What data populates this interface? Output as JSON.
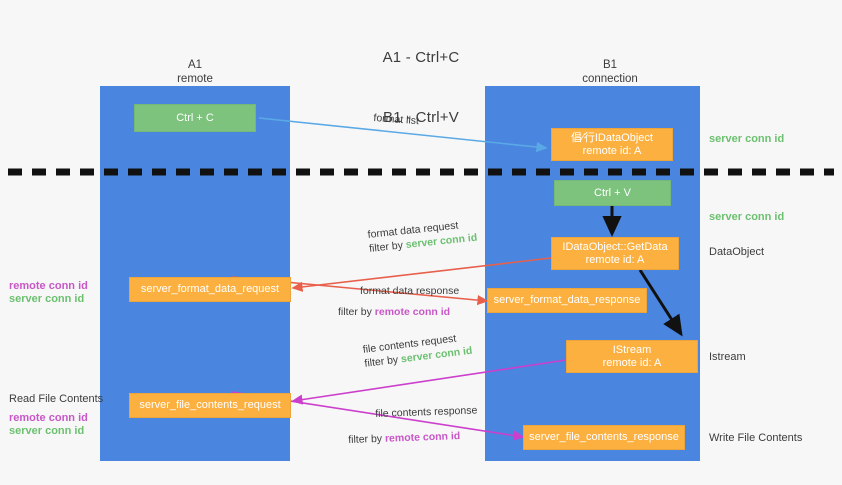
{
  "title": {
    "line1": "A1 - Ctrl+C",
    "line2": "B1 - Ctrl+V"
  },
  "colors": {
    "lane": "#4a86df",
    "green_box": "#7dc37e",
    "orange_box": "#fbb040",
    "server_conn": "#6cc070",
    "remote_conn": "#c857c8",
    "arrow_blue": "#5aa9e6",
    "arrow_red": "#e8604c",
    "arrow_magenta": "#cc3fcc",
    "arrow_black": "#1a1a1a",
    "divider": "#1a1a1a",
    "background": "#f7f7f7"
  },
  "lanes": [
    {
      "id": "a1",
      "name": "A1",
      "sub": "remote"
    },
    {
      "id": "b1",
      "name": "B1",
      "sub": "connection"
    }
  ],
  "nodes": {
    "ctrl_c": {
      "line1": "Ctrl + C",
      "line2": ""
    },
    "idataobject": {
      "line1": "倡∕行IDataObject",
      "line2": "remote id: A"
    },
    "ctrl_v": {
      "line1": "Ctrl + V",
      "line2": ""
    },
    "getdata": {
      "line1": "IDataObject::GetData",
      "line2": "remote id: A"
    },
    "istream": {
      "line1": "IStream",
      "line2": "remote id: A"
    },
    "fmt_req": {
      "line1": "server_format_data_request",
      "line2": ""
    },
    "fmt_resp": {
      "line1": "server_format_data_response",
      "line2": ""
    },
    "file_req": {
      "line1": "server_file_contents_request",
      "line2": ""
    },
    "file_resp": {
      "line1": "server_file_contents_response",
      "line2": ""
    }
  },
  "right_labels": [
    {
      "id": "server-conn-1",
      "text": "server conn id",
      "kind": "server"
    },
    {
      "id": "server-conn-2",
      "text": "server conn id",
      "kind": "server"
    },
    {
      "id": "dataobject",
      "text": "DataObject",
      "kind": "plain"
    },
    {
      "id": "istream",
      "text": "Istream",
      "kind": "plain"
    },
    {
      "id": "write-file",
      "text": "Write File Contents",
      "kind": "plain"
    }
  ],
  "left_labels": [
    {
      "id": "fmt-remote",
      "text": "remote conn id",
      "kind": "remote"
    },
    {
      "id": "fmt-server",
      "text": "server conn id",
      "kind": "server"
    },
    {
      "id": "read-file",
      "text": "Read File Contents",
      "kind": "plain"
    },
    {
      "id": "file-remote",
      "text": "remote conn id",
      "kind": "remote"
    },
    {
      "id": "file-server",
      "text": "server conn id",
      "kind": "server"
    }
  ],
  "edges": [
    {
      "id": "format-list",
      "label": "format list",
      "filter_prefix": "",
      "filter_value": "",
      "filter_kind": ""
    },
    {
      "id": "format-data-request",
      "label": "format data request",
      "filter_prefix": "filter by ",
      "filter_value": "server conn id",
      "filter_kind": "server"
    },
    {
      "id": "format-data-response",
      "label": "format data response",
      "filter_prefix": "filter by ",
      "filter_value": "remote conn id",
      "filter_kind": "remote"
    },
    {
      "id": "file-contents-request",
      "label": "file contents request",
      "filter_prefix": "filter by ",
      "filter_value": "server conn id",
      "filter_kind": "server"
    },
    {
      "id": "file-contents-response",
      "label": "file contents response",
      "filter_prefix": "filter by ",
      "filter_value": "remote conn id",
      "filter_kind": "remote"
    }
  ]
}
